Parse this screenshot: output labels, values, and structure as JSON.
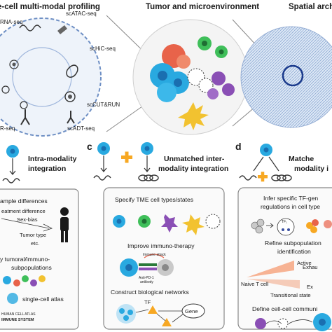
{
  "panels_top": {
    "a": {
      "title": "e-cell multi-modal profiling",
      "labels": {
        "rna": "RNA-seq",
        "atac": "scATAC-seq",
        "hic": "scHiC-seq",
        "cutrun": "scCUT&RUN",
        "adt": "scADT-seq",
        "tcr": "R-seq"
      }
    },
    "b": {
      "title": "Tumor and microenvironment"
    },
    "c": {
      "title": "Spatial arch"
    }
  },
  "panel_intra": {
    "title_line1": "Intra-modality",
    "title_line2": "integration",
    "box": {
      "line1": "ample differences",
      "line2": "eatment difference",
      "line3": "Sex-bias",
      "line4": "Tumor type",
      "line5": "etc.",
      "line6": "y tumoral/immuno-",
      "line7": "subpopulations",
      "line8": "single-cell atlas",
      "atlas_line1": "HUMAN CELL ATLAS",
      "atlas_line2": "IMMUNE SYSTEM"
    }
  },
  "panel_c": {
    "letter": "c",
    "title_line1": "Unmatched inter-",
    "title_line2": "modality integration",
    "box": {
      "line1": "Specify TME cell types/states",
      "line2": "Improve immuno-therapy",
      "immune_attack": "Immune attack",
      "anti_pd1_line1": "Anti-PD-1",
      "anti_pd1_line2": "antibody",
      "line3": "Construct biological networks",
      "tf": "TF",
      "gene": "Gene"
    }
  },
  "panel_d": {
    "letter": "d",
    "title_line1": "Matche",
    "title_line2": "modality i",
    "box": {
      "line1": "Infer specific TF-gen",
      "line2": "regulations in cell type",
      "tf_small": "TF₁",
      "line3": "Refine subpopulation",
      "line4": "identification",
      "active": "Active",
      "exhau": "Exhau",
      "naive": "Naive T cell",
      "exh2": "Ex",
      "transitional": "Transitional state",
      "line5": "Define cell-cell communi"
    }
  },
  "colors": {
    "cyan_cell": "#29a9e0",
    "cyan_nucleus": "#1a6fb0",
    "orange_cross": "#f7a823",
    "tumor_red": "#e8634a",
    "green_cell": "#3fbf5a",
    "purple_cell": "#8a4fb5",
    "yellow_cell": "#f2c230",
    "spatial_blue": "#4d78b8",
    "tissue_light": "#dce7f5"
  }
}
